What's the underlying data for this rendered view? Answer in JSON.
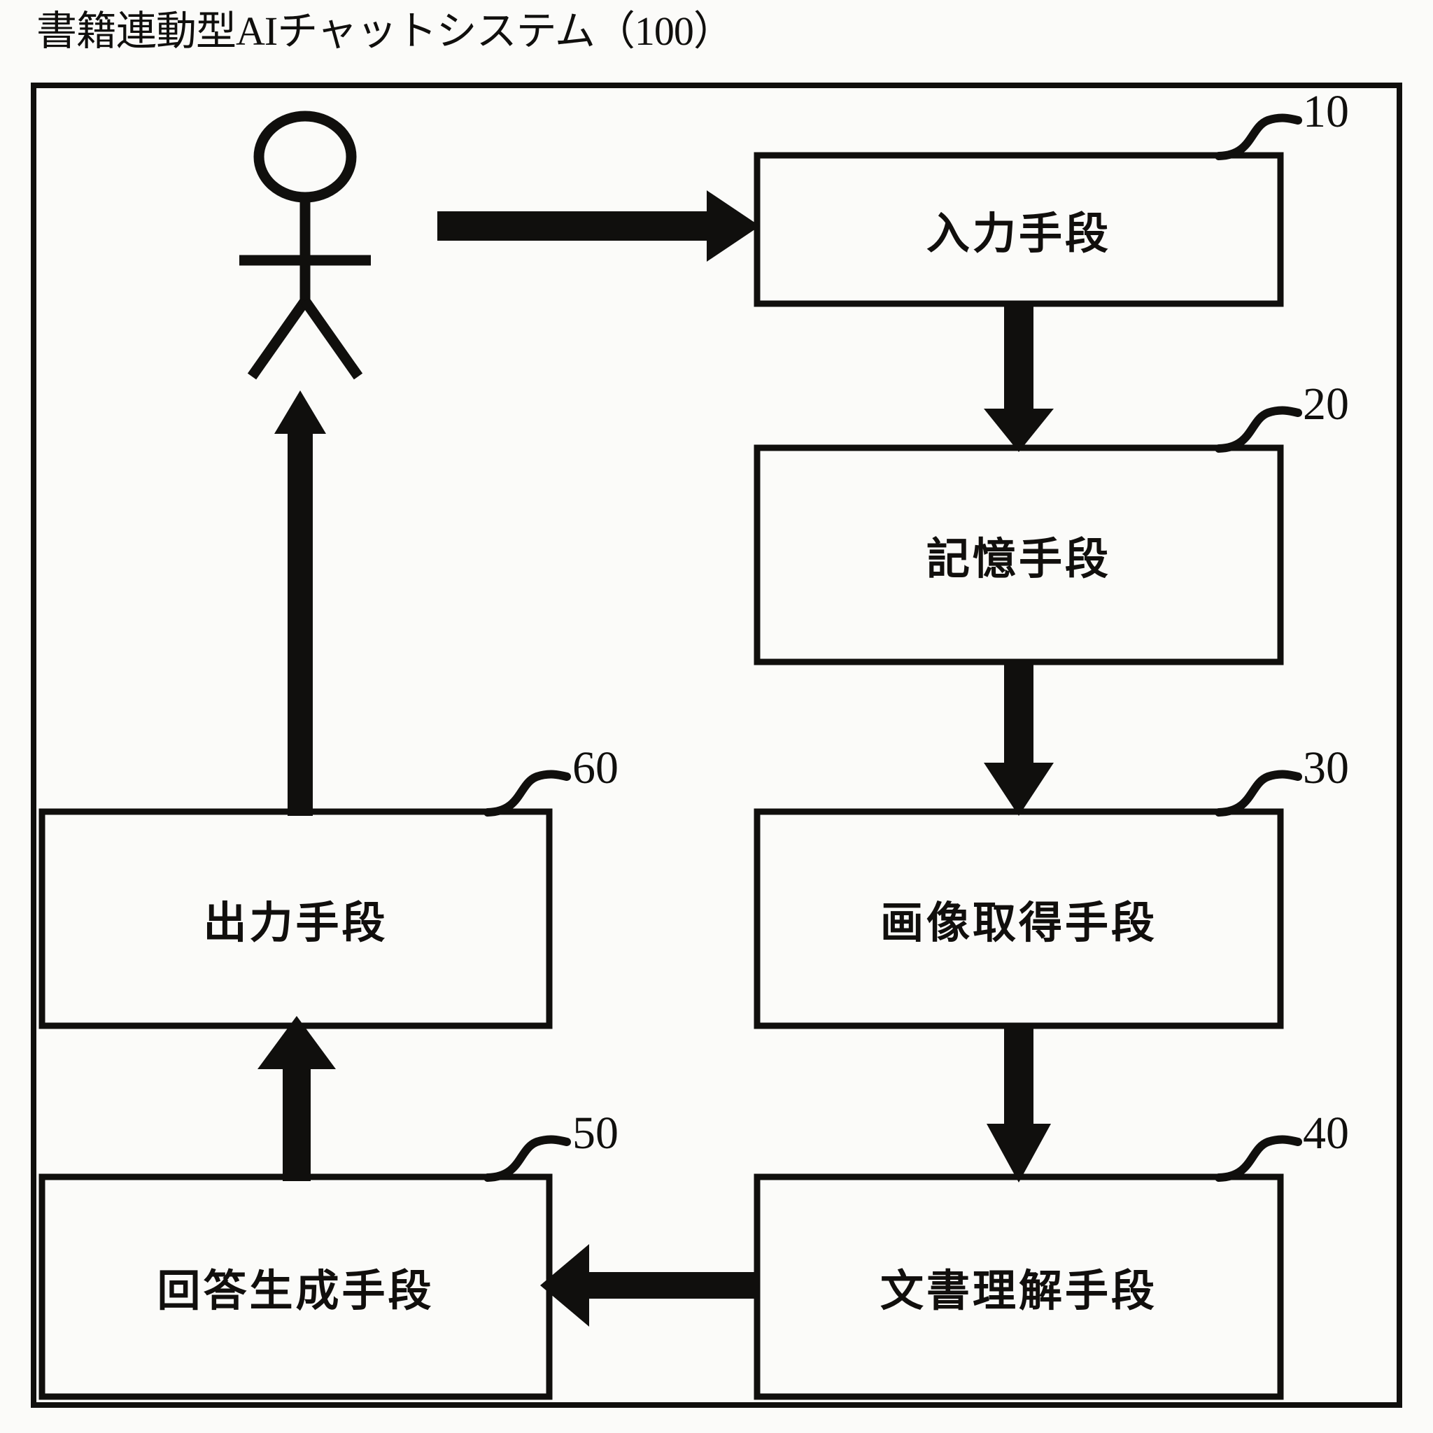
{
  "figure": {
    "title": "書籍連動型AIチャットシステム（100）",
    "system_ref": "100",
    "frame_color": "#100f0d",
    "background_color": "#fbfbf9"
  },
  "actor": {
    "name": "user-stick-figure",
    "label": ""
  },
  "blocks": [
    {
      "id": "input",
      "label": "入力手段",
      "ref": "10",
      "column": "right",
      "row": 1
    },
    {
      "id": "memory",
      "label": "記憶手段",
      "ref": "20",
      "column": "right",
      "row": 2
    },
    {
      "id": "image",
      "label": "画像取得手段",
      "ref": "30",
      "column": "right",
      "row": 3
    },
    {
      "id": "document",
      "label": "文書理解手段",
      "ref": "40",
      "column": "right",
      "row": 4
    },
    {
      "id": "answer",
      "label": "回答生成手段",
      "ref": "50",
      "column": "left",
      "row": 4
    },
    {
      "id": "output",
      "label": "出力手段",
      "ref": "60",
      "column": "left",
      "row": 3
    }
  ],
  "connections": [
    {
      "from": "user",
      "to": "input",
      "direction": "right",
      "style": "solid-arrow"
    },
    {
      "from": "input",
      "to": "memory",
      "direction": "down",
      "style": "solid-arrow"
    },
    {
      "from": "memory",
      "to": "image",
      "direction": "down",
      "style": "solid-arrow"
    },
    {
      "from": "image",
      "to": "document",
      "direction": "down",
      "style": "solid-arrow"
    },
    {
      "from": "document",
      "to": "answer",
      "direction": "left",
      "style": "solid-arrow"
    },
    {
      "from": "answer",
      "to": "output",
      "direction": "up",
      "style": "solid-arrow"
    },
    {
      "from": "output",
      "to": "user",
      "direction": "up",
      "style": "solid-arrow"
    }
  ]
}
